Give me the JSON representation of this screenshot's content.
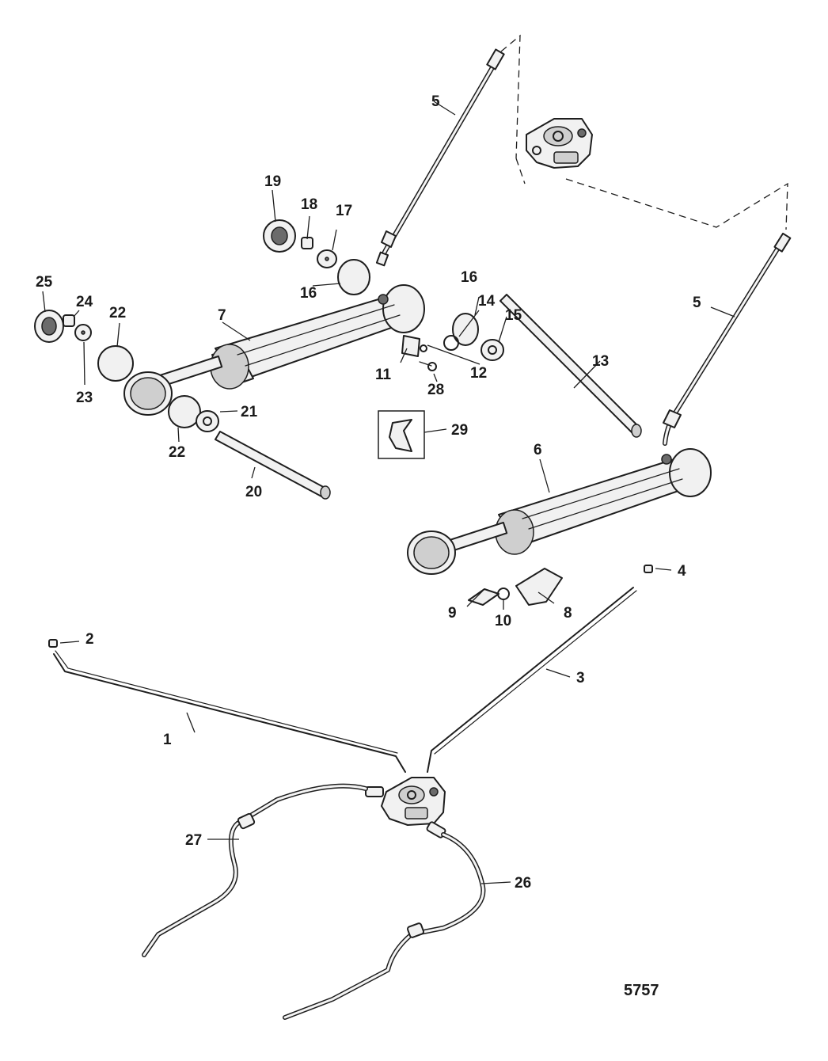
{
  "figure_id": "5757",
  "callouts": [
    {
      "id": "c1",
      "text": "1"
    },
    {
      "id": "c2",
      "text": "2"
    },
    {
      "id": "c3",
      "text": "3"
    },
    {
      "id": "c4",
      "text": "4"
    },
    {
      "id": "c5a",
      "text": "5"
    },
    {
      "id": "c5b",
      "text": "5"
    },
    {
      "id": "c6",
      "text": "6"
    },
    {
      "id": "c7",
      "text": "7"
    },
    {
      "id": "c8",
      "text": "8"
    },
    {
      "id": "c9",
      "text": "9"
    },
    {
      "id": "c10",
      "text": "10"
    },
    {
      "id": "c11",
      "text": "11"
    },
    {
      "id": "c12",
      "text": "12"
    },
    {
      "id": "c13",
      "text": "13"
    },
    {
      "id": "c14",
      "text": "14"
    },
    {
      "id": "c15",
      "text": "15"
    },
    {
      "id": "c16a",
      "text": "16"
    },
    {
      "id": "c16b",
      "text": "16"
    },
    {
      "id": "c17",
      "text": "17"
    },
    {
      "id": "c18",
      "text": "18"
    },
    {
      "id": "c19",
      "text": "19"
    },
    {
      "id": "c20",
      "text": "20"
    },
    {
      "id": "c21",
      "text": "21"
    },
    {
      "id": "c22a",
      "text": "22"
    },
    {
      "id": "c22b",
      "text": "22"
    },
    {
      "id": "c23",
      "text": "23"
    },
    {
      "id": "c24",
      "text": "24"
    },
    {
      "id": "c25",
      "text": "25"
    },
    {
      "id": "c26",
      "text": "26"
    },
    {
      "id": "c27",
      "text": "27"
    },
    {
      "id": "c28",
      "text": "28"
    },
    {
      "id": "c29",
      "text": "29"
    }
  ]
}
